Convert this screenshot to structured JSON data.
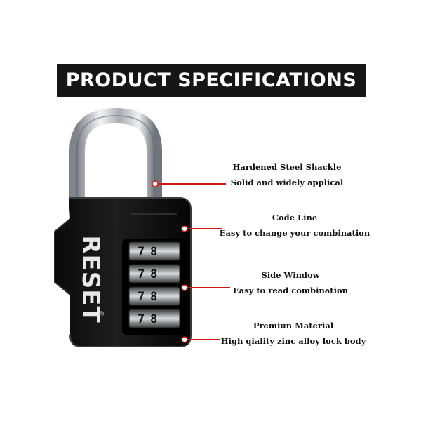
{
  "banner": {
    "title": "PRODUCT SPECIFICATIONS"
  },
  "brand": {
    "name": "RESET",
    "mark": "®"
  },
  "dials": [
    [
      "7",
      "8"
    ],
    [
      "7",
      "8"
    ],
    [
      "7",
      "8"
    ],
    [
      "7",
      "8"
    ]
  ],
  "specs": [
    {
      "title": "Hardened Steel Shackle",
      "description": "Solid and widely applical"
    },
    {
      "title": "Code Line",
      "description": "Easy to change your combination"
    },
    {
      "title": "Side Window",
      "description": "Easy to read combination"
    },
    {
      "title": "Premiun Material",
      "description": "High qiality zinc alloy lock body"
    }
  ],
  "colors": {
    "banner_bg": "#161616",
    "banner_text": "#ffffff",
    "pointer_line": "#d01818",
    "lock_body": "#141414",
    "shackle": "#c8ccd0"
  }
}
